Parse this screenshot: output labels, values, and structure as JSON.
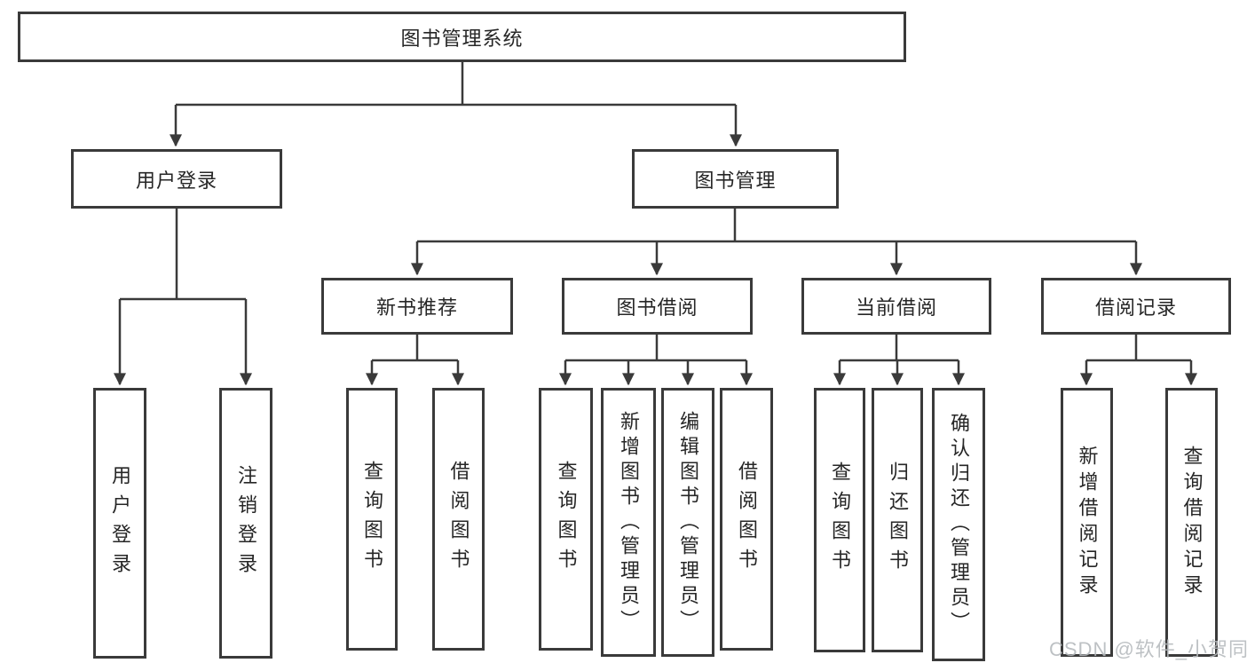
{
  "tree": {
    "root": {
      "label": "图书管理系统"
    },
    "branches": [
      {
        "label": "用户登录",
        "leaves": [
          {
            "label": "用户登录"
          },
          {
            "label": "注销登录"
          }
        ]
      },
      {
        "label": "图书管理",
        "groups": [
          {
            "label": "新书推荐",
            "leaves": [
              {
                "label": "查询图书"
              },
              {
                "label": "借阅图书"
              }
            ]
          },
          {
            "label": "图书借阅",
            "leaves": [
              {
                "label": "查询图书"
              },
              {
                "label": "新增图书（管理员）"
              },
              {
                "label": "编辑图书（管理员）"
              },
              {
                "label": "借阅图书"
              }
            ]
          },
          {
            "label": "当前借阅",
            "leaves": [
              {
                "label": "查询图书"
              },
              {
                "label": "归还图书"
              },
              {
                "label": "确认归还（管理员）"
              }
            ]
          },
          {
            "label": "借阅记录",
            "leaves": [
              {
                "label": "新增借阅记录"
              },
              {
                "label": "查询借阅记录"
              }
            ]
          }
        ]
      }
    ]
  },
  "watermark": {
    "text": "CSDN @软件_小贺同学",
    "color": "#b5b9bc"
  },
  "colors": {
    "line": "#3a3a3a",
    "border": "#3a3a3a",
    "text": "#262626",
    "background": "#ffffff"
  }
}
